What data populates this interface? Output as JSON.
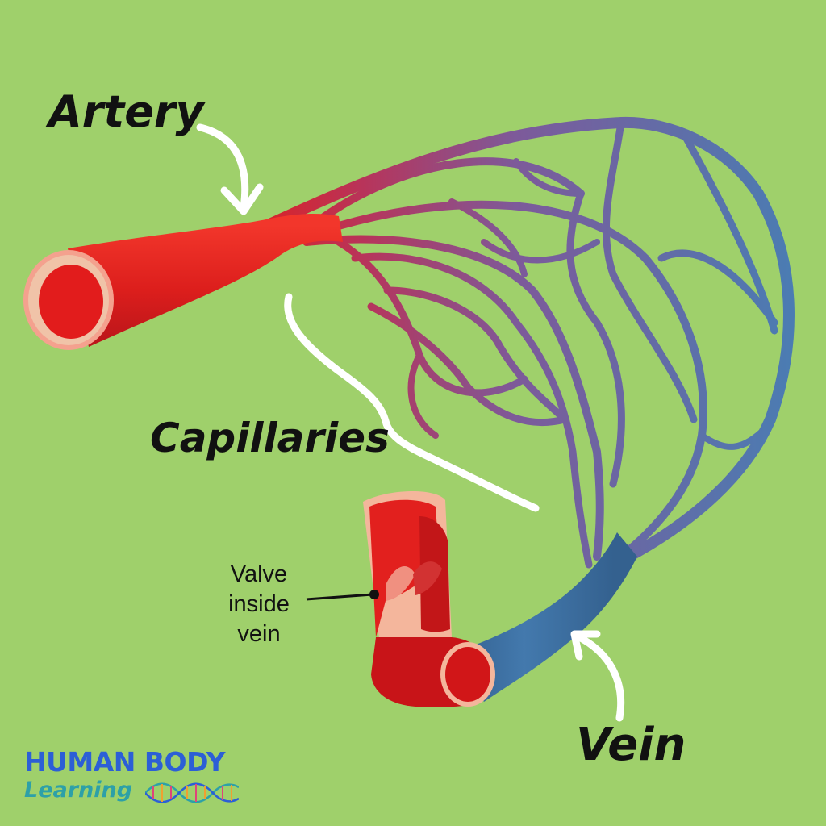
{
  "labels": {
    "artery": "Artery",
    "capillaries": "Capillaries",
    "vein": "Vein",
    "valve": [
      "Valve",
      "inside",
      "vein"
    ]
  },
  "logo": {
    "line1": "HUMAN BODY",
    "line2": "Learning",
    "helix_icon": "dna-helix-icon"
  },
  "colors": {
    "background": "#9fd06b",
    "artery": "#e0201e",
    "capillary": "#7d5a9a",
    "vein": "#3f6f9e",
    "logo_blue": "#2c5fd6",
    "logo_teal": "#2da0a8"
  }
}
